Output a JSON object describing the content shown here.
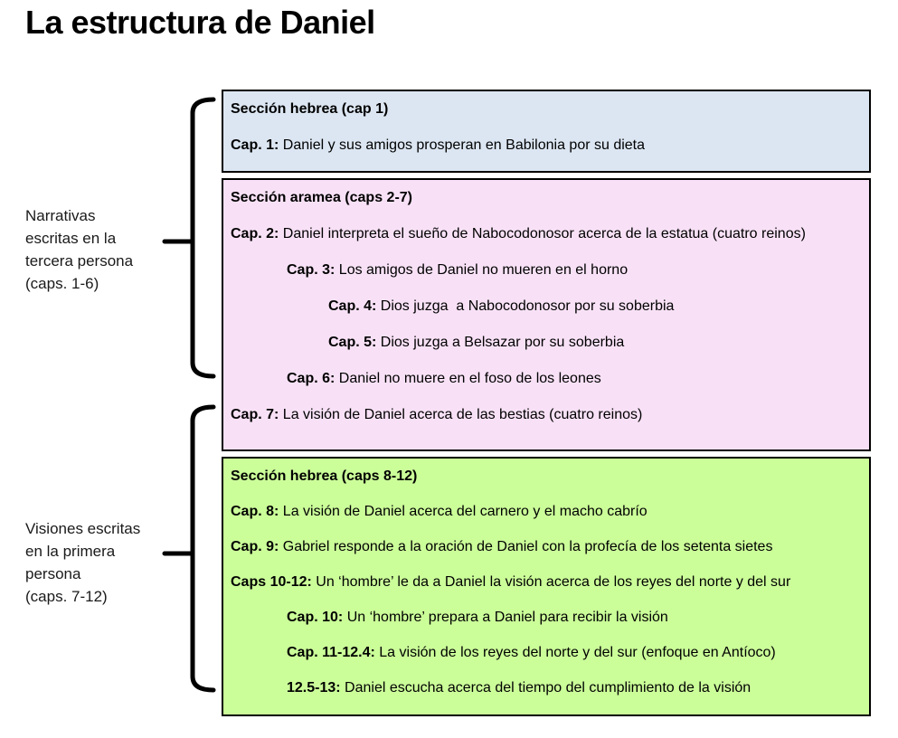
{
  "title": "La estructura de Daniel",
  "colors": {
    "section_blue": "#dce6f2",
    "section_pink": "#f8e1f6",
    "section_green": "#cbfe99",
    "border": "#000000",
    "text": "#000000"
  },
  "annotations": [
    {
      "lines": [
        "Narrativas",
        "escritas en la",
        "tercera persona",
        "(caps. 1-6)"
      ]
    },
    {
      "lines": [
        "Visiones escritas",
        "en la primera",
        "persona",
        "(caps. 7-12)"
      ]
    }
  ],
  "sections": [
    {
      "header": "Sección hebrea (cap 1)",
      "bg_color": "#dce6f2",
      "rows": [
        {
          "label": "Cap. 1:",
          "text": " Daniel y sus amigos prosperan en Babilonia por su dieta",
          "indent": 0
        }
      ]
    },
    {
      "header": "Sección aramea (caps 2-7)",
      "bg_color": "#f8e1f6",
      "rows": [
        {
          "label": "Cap. 2:",
          "text": " Daniel interpreta el sueño de Nabocodonosor acerca de la estatua (cuatro reinos)",
          "indent": 0
        },
        {
          "label": "Cap. 3:",
          "text": " Los amigos de Daniel no mueren en el horno",
          "indent": 1
        },
        {
          "label": "Cap. 4:",
          "text": " Dios juzga  a Nabocodonosor por su soberbia",
          "indent": 2
        },
        {
          "label": "Cap. 5:",
          "text": " Dios juzga a Belsazar por su soberbia",
          "indent": 2
        },
        {
          "label": "Cap. 6:",
          "text": " Daniel no muere en el foso de los leones",
          "indent": 1
        },
        {
          "label": "Cap. 7:",
          "text": " La visión de Daniel acerca de las bestias (cuatro reinos)",
          "indent": 0
        }
      ]
    },
    {
      "header": "Sección hebrea (caps 8-12)",
      "bg_color": "#cbfe99",
      "rows": [
        {
          "label": "Cap. 8:",
          "text": " La visión de Daniel acerca del carnero y el macho cabrío",
          "indent": 0
        },
        {
          "label": "Cap. 9:",
          "text": " Gabriel responde a la oración de Daniel con la profecía de los setenta sietes",
          "indent": 0
        },
        {
          "label": "Caps 10-12:",
          "text": " Un ‘hombre’ le da a Daniel la visión acerca de los reyes del norte y del sur",
          "indent": 0
        },
        {
          "label": "Cap. 10:",
          "text": " Un ‘hombre’ prepara a Daniel para recibir la visión",
          "indent": 1
        },
        {
          "label": "Cap. 11-12.4:",
          "text": " La visión de los reyes del norte y del sur (enfoque en Antíoco)",
          "indent": 1
        },
        {
          "label": "12.5-13:",
          "text": " Daniel escucha acerca del tiempo del cumplimiento de la visión",
          "indent": 1
        }
      ]
    }
  ]
}
